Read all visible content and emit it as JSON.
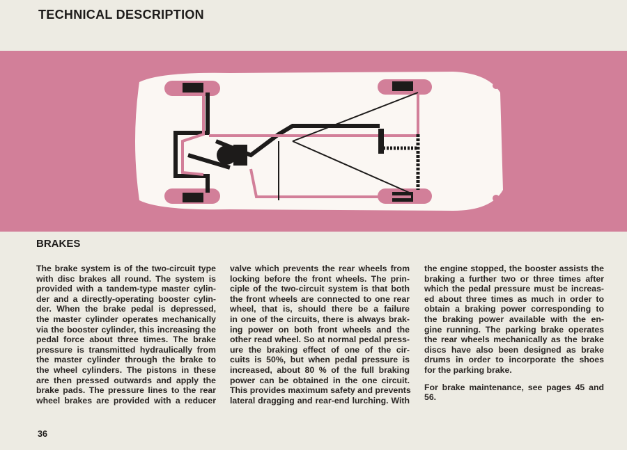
{
  "header": {
    "title": "TECHNICAL DESCRIPTION"
  },
  "section": {
    "heading": "BRAKES"
  },
  "columns": [
    {
      "lines": [
        "The brake system is of the two-circuit type",
        "with disc brakes all round. The system is",
        "provided with a tandem-type master cylin-",
        "der and a directly-operating booster cylin-",
        "der. When the brake pedal is depressed,",
        "the master cylinder operates mechanically",
        "via the booster cylinder, this increasing the",
        "pedal force about three times. The brake",
        "pressure is transmitted hydraulically from",
        "the master cylinder through the brake to",
        "the wheel cylinders. The pistons in these",
        "are then pressed outwards and apply the",
        "brake pads. The pressure lines to the rear",
        "wheel brakes are provided with a reducer"
      ]
    },
    {
      "lines": [
        "valve which prevents the rear wheels from",
        "locking before the front wheels. The prin-",
        "ciple of the two-circuit system is that both",
        "the front wheels are connected to one rear",
        "wheel, that is, should there be a failure",
        "in one of the circuits, there is always brak-",
        "ing power on both front wheels and the",
        "other read wheel. So at normal pedal press-",
        "ure the braking effect of one of the cir-",
        "cuits is 50%, but when pedal pressure is",
        "increased, about 80 % of the full braking",
        "power can be obtained in the one circuit.",
        "This provides maximum safety and prevents",
        "lateral dragging and rear-end lurching. With"
      ]
    },
    {
      "lines": [
        "the engine stopped, the booster assists the",
        "braking a further two or three times after",
        "which the pedal pressure must be increas-",
        "ed about three times as much in order to",
        "obtain a braking power corresponding to",
        "the braking power available with the en-",
        "gine running. The parking brake operates",
        "the rear wheels mechanically as the brake",
        "discs have also been designed as brake",
        "drums in order to incorporate the shoes",
        "for the parking brake."
      ],
      "footer_lines": [
        "For brake maintenance, see pages 45 and",
        "56."
      ]
    }
  ],
  "page_number": "36",
  "colors": {
    "band": "#d27f99",
    "paper": "#edebe3",
    "ink": "#1d1b1a"
  }
}
